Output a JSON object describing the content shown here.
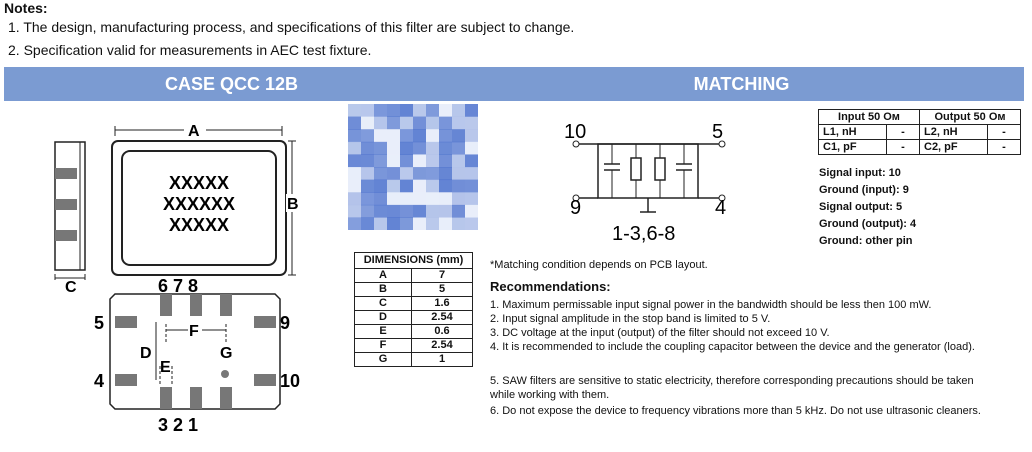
{
  "notes": {
    "title": "Notes:",
    "items": [
      "1. The design, manufacturing process, and specifications of this filter are subject to change.",
      "2. Specification valid for measurements in AEC test fixture."
    ]
  },
  "band": {
    "left": "CASE  QCC 12B",
    "right": "MATCHING"
  },
  "package": {
    "marking": [
      "XXXXX",
      "XXXXXX",
      "XXXXX"
    ],
    "dim_letters": {
      "a": "A",
      "b": "B",
      "c": "C",
      "d": "D",
      "e": "E",
      "f": "F",
      "g": "G"
    },
    "pins": {
      "top": "6 7 8",
      "bottom": "3 2 1",
      "p5": "5",
      "p9": "9",
      "p4": "4",
      "p10": "10"
    }
  },
  "dimensions": {
    "header": "DIMENSIONS (mm)",
    "rows": [
      {
        "k": "A",
        "v": "7"
      },
      {
        "k": "B",
        "v": "5"
      },
      {
        "k": "C",
        "v": "1.6"
      },
      {
        "k": "D",
        "v": "2.54"
      },
      {
        "k": "E",
        "v": "0.6"
      },
      {
        "k": "F",
        "v": "2.54"
      },
      {
        "k": "G",
        "v": "1"
      }
    ]
  },
  "schematic": {
    "p10": "10",
    "p5": "5",
    "p9": "9",
    "p4": "4",
    "ground": "1-3,6-8"
  },
  "matching_table": {
    "h_in": "Input 50 Ом",
    "h_out": "Output 50 Ом",
    "rows": [
      {
        "in_k": "L1, nH",
        "in_v": "-",
        "out_k": "L2, nH",
        "out_v": "-"
      },
      {
        "in_k": "C1, pF",
        "in_v": "-",
        "out_k": "C2, pF",
        "out_v": "-"
      }
    ]
  },
  "signals": [
    "Signal input:  10",
    "Ground (input):  9",
    "Signal output:  5",
    "Ground (output):  4",
    "Ground: other pin"
  ],
  "matching_note": "*Matching condition depends on PCB layout.",
  "recommendations": {
    "title": "Recommendations:",
    "items": [
      "1. Maximum permissable input signal power in the bandwidth should be less then 100 mW.",
      "2. Input signal amplitude in the stop band is limited to 5 V.",
      "3. DC voltage at the input (output) of the filter should not exceed 10 V.",
      "4. It is recommended to include the coupling capacitor between the device and the generator (load).",
      "5. SAW filters are sensitive to static electricity, therefore corresponding precautions should be taken while working with them.",
      "6. Do not expose the device to frequency vibrations more than 5 kHz. Do not use ultrasonic cleaners."
    ]
  },
  "colors": {
    "band": "#7b9bd2",
    "qr_dark": "#3a63c8",
    "qr_light": "#aebfe8"
  }
}
